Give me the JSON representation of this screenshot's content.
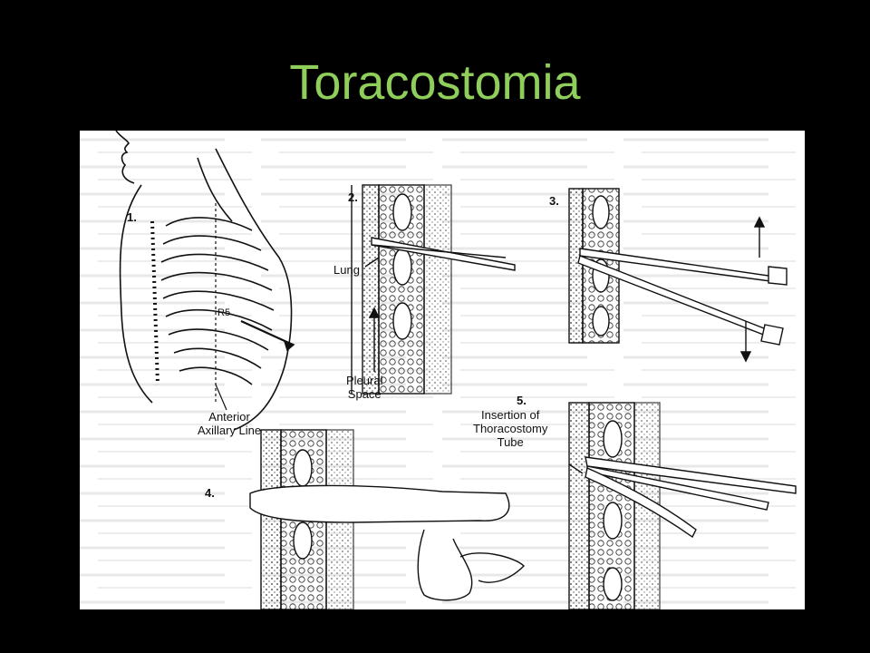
{
  "slide": {
    "title": "Toracostomia"
  },
  "figure": {
    "steps": [
      "1.",
      "2.",
      "3.",
      "4.",
      "5."
    ],
    "labels": {
      "lung": "Lung",
      "pleural_space": [
        "Pleural",
        "Space"
      ],
      "rib_label": "R5",
      "anterior_axillary_line": [
        "Anterior",
        "Axillary Line"
      ],
      "insertion": [
        "Insertion of",
        "Thoracostomy",
        "Tube"
      ]
    }
  }
}
